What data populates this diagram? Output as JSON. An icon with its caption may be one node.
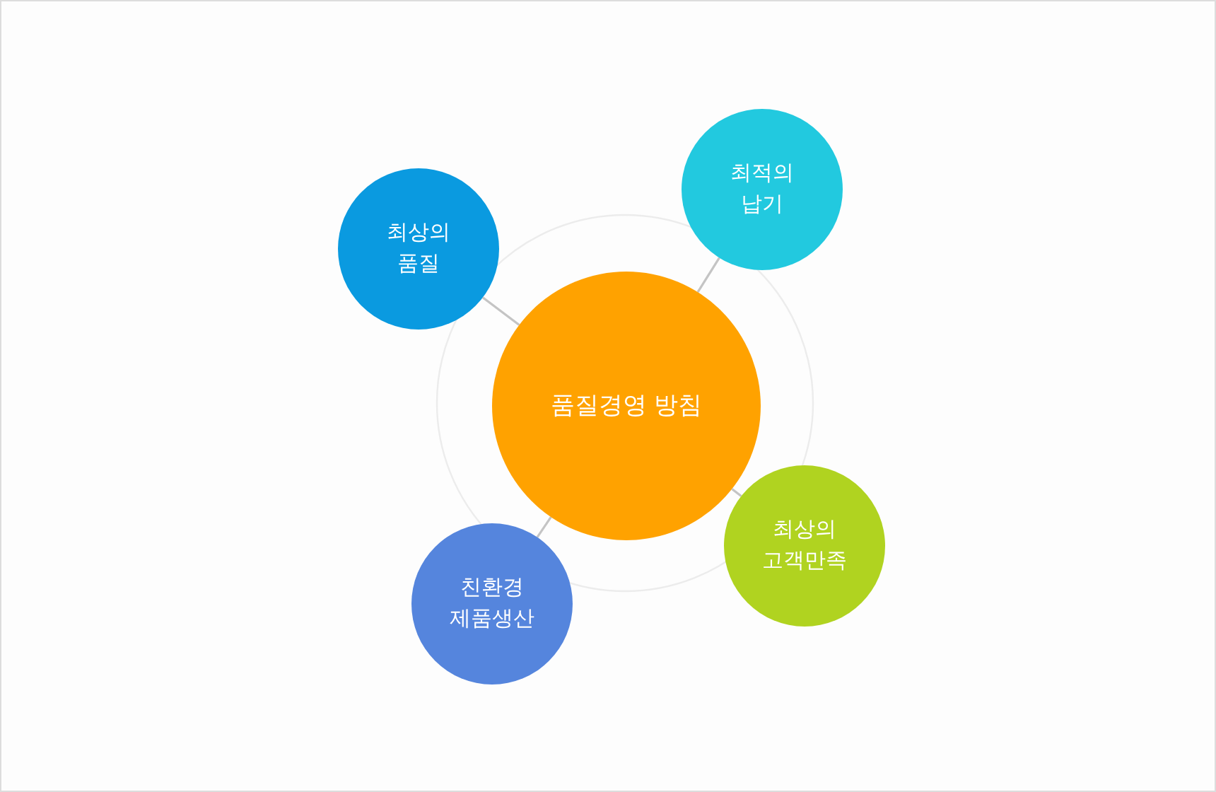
{
  "diagram": {
    "nodes": [
      {
        "text": [
          "품질경영 방침"
        ]
      },
      {
        "text": [
          "최상의 품질"
        ]
      },
      {
        "text": [
          "최적의 납기"
        ]
      },
      {
        "text": [
          "최상의 고객만족"
        ]
      },
      {
        "text": [
          "친환경 제품생산"
        ]
      }
    ],
    "edges": [
      {
        "from": 0,
        "to": 1,
        "arrow": "none"
      },
      {
        "from": 0,
        "to": 2,
        "arrow": "none"
      },
      {
        "from": 0,
        "to": 3,
        "arrow": "none"
      },
      {
        "from": 0,
        "to": 4,
        "arrow": "none"
      }
    ]
  }
}
